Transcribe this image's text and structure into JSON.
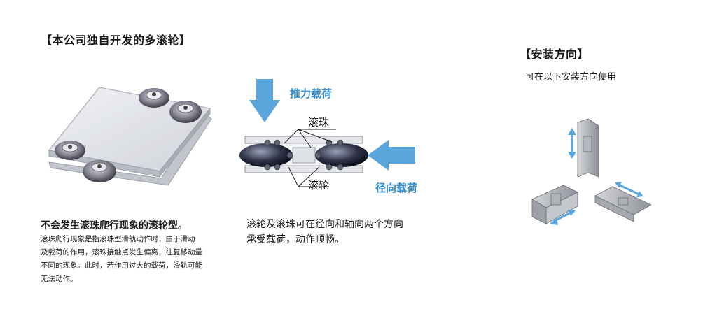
{
  "left": {
    "heading": "【本公司独自开发的多滚轮】",
    "lead": "不会发生滚珠爬行现象的滚轮型。",
    "body_lines": [
      "滚珠爬行现象是指滚珠型滑轨动作时，由于滑动",
      "及载荷的作用，滚珠接触点发生偏离，往复移动量",
      "不同的现象。此时，若作用过大的载荷，滑轨可能",
      "无法动作。"
    ]
  },
  "middle": {
    "thrust_label": "推力载荷",
    "ball_label": "滚珠",
    "roller_label": "滚轮",
    "radial_label": "径向载荷",
    "caption_lines": [
      "滚轮及滚珠可在径向和轴向两个方向",
      "承受载荷，动作顺畅。"
    ]
  },
  "right": {
    "heading": "【安装方向】",
    "subtitle": "可在以下安装方向使用"
  },
  "colors": {
    "arrow_blue": "#5aa6dc",
    "label_blue": "#3a8fd0",
    "text": "#1a1a1a"
  }
}
